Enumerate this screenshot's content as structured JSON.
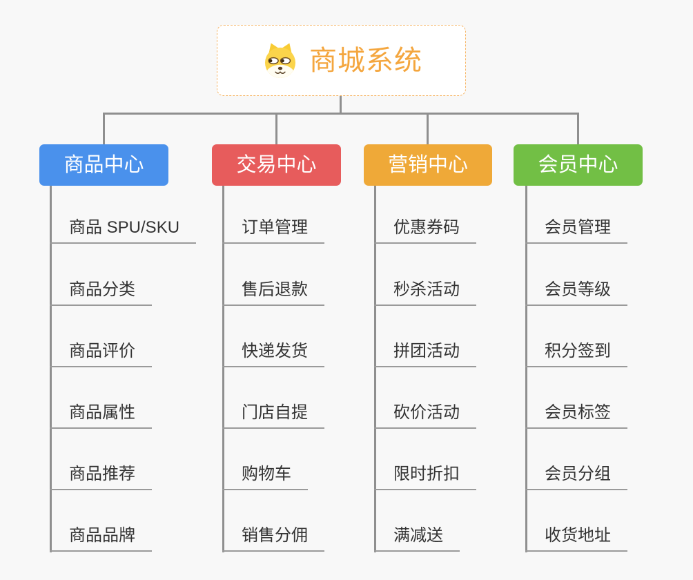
{
  "root": {
    "title": "商城系统",
    "icon": "shiba-dog-icon",
    "accent_color": "#F4A63E",
    "border_color": "#F6B565"
  },
  "connector_color": "#8F8F8F",
  "underline_color": "#9A9A9A",
  "branches": [
    {
      "label": "商品中心",
      "color": "#4A91EC",
      "items": [
        "商品 SPU/SKU",
        "商品分类",
        "商品评价",
        "商品属性",
        "商品推荐",
        "商品品牌"
      ]
    },
    {
      "label": "交易中心",
      "color": "#E75C5C",
      "items": [
        "订单管理",
        "售后退款",
        "快递发货",
        "门店自提",
        "购物车",
        "销售分佣"
      ]
    },
    {
      "label": "营销中心",
      "color": "#EFA938",
      "items": [
        "优惠券码",
        "秒杀活动",
        "拼团活动",
        "砍价活动",
        "限时折扣",
        "满减送"
      ]
    },
    {
      "label": "会员中心",
      "color": "#72BF45",
      "items": [
        "会员管理",
        "会员等级",
        "积分签到",
        "会员标签",
        "会员分组",
        "收货地址"
      ]
    }
  ]
}
